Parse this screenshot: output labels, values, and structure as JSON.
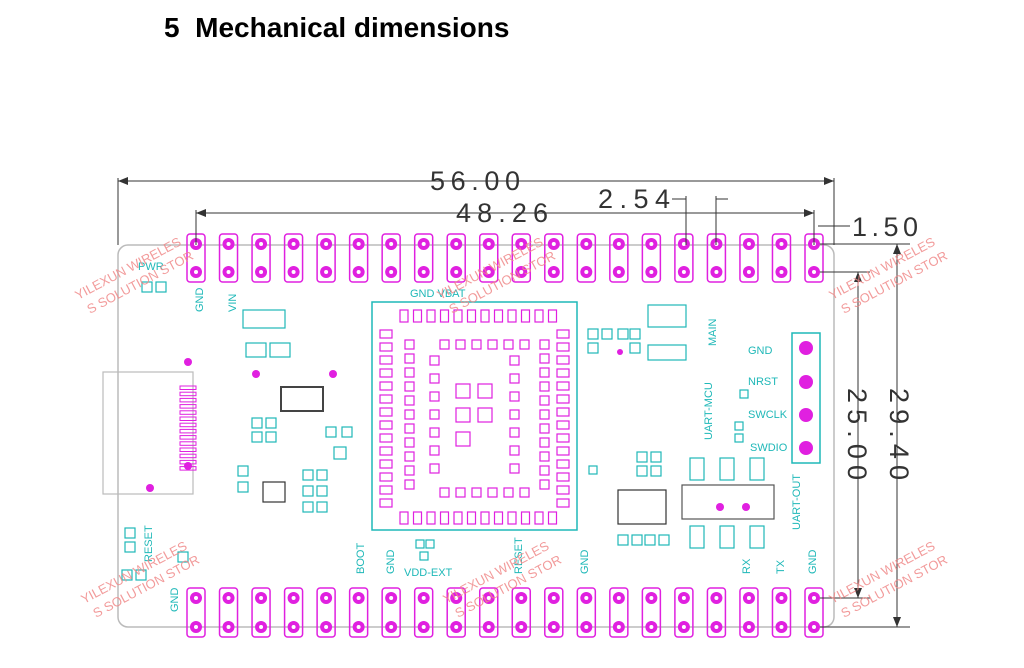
{
  "heading": {
    "number": "5",
    "title": "Mechanical dimensions"
  },
  "dimensions": {
    "overall_length": "56.00",
    "pin_span": "48.26",
    "pin_pitch": "2.54",
    "edge_offset": "1.50",
    "overall_width": "29.40",
    "row_spacing": "25.00"
  },
  "labels": {
    "top_left": [
      "GND",
      "VIN"
    ],
    "pwr": "PWR",
    "module_top": "GND VBAT",
    "main": "MAIN",
    "uart_mcu": "UART-MCU",
    "uart_out": "UART-OUT",
    "swd_header": [
      "GND",
      "NRST",
      "SWCLK",
      "SWDIO"
    ],
    "bottom": [
      "BOOT",
      "GND",
      "VDD-EXT",
      "RESET",
      "GND",
      "RX",
      "TX",
      "GND"
    ],
    "left_bottom": [
      "RESET",
      "GND"
    ]
  },
  "watermark": {
    "line1": "YILEXUN WIRELES",
    "line2": "S SOLUTION STOR"
  },
  "colors": {
    "pin": "#e020e0",
    "silk": "#1fb8b8",
    "outline": "#bbbbbb",
    "dim_line": "#333333"
  },
  "pin_count_per_row": 20
}
